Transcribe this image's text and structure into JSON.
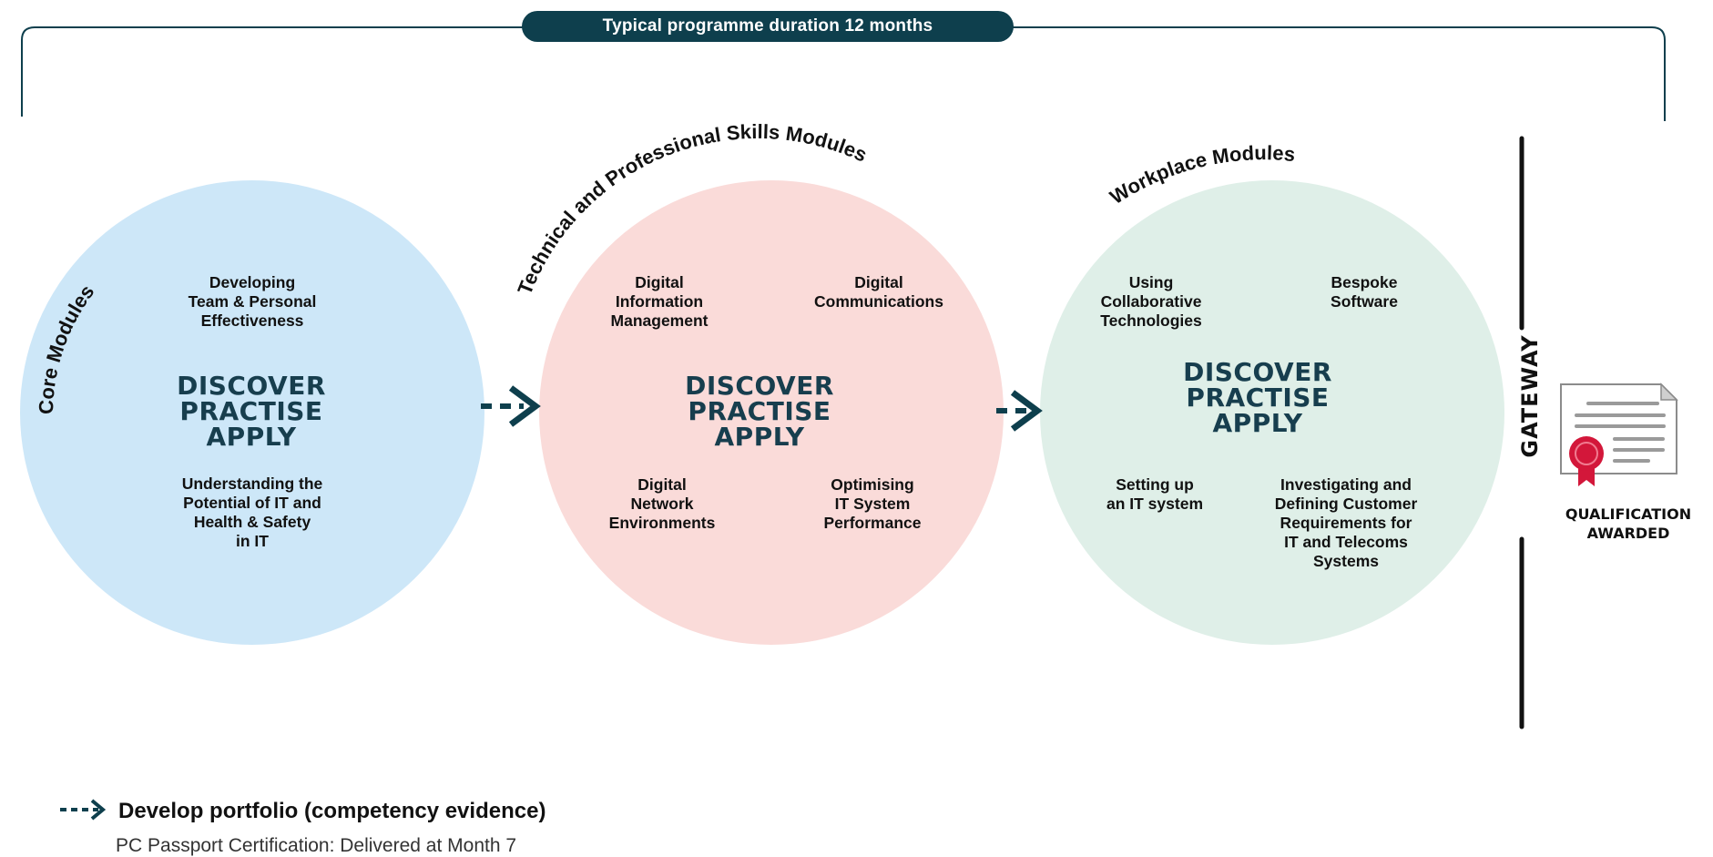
{
  "header": {
    "duration_label": "Typical programme duration 12 months"
  },
  "colors": {
    "navy": "#0e3f4d",
    "core_fill": "#cde7f8",
    "tech_fill": "#fadbd9",
    "workplace_fill": "#dfefe8",
    "seal_red": "#d3173a"
  },
  "stages": [
    {
      "title": "Core Modules",
      "center": {
        "line1": "DISCOVER",
        "line2": "PRACTISE",
        "line3": "APPLY"
      },
      "modules": [
        "Developing\nTeam & Personal\nEffectiveness",
        "Understanding the\nPotential of IT and\nHealth & Safety\nin IT"
      ]
    },
    {
      "title": "Technical and Professional Skills Modules",
      "center": {
        "line1": "DISCOVER",
        "line2": "PRACTISE",
        "line3": "APPLY"
      },
      "modules": [
        "Digital\nInformation\nManagement",
        "Digital\nCommunications",
        "Digital\nNetwork\nEnvironments",
        "Optimising\nIT System\nPerformance"
      ]
    },
    {
      "title": "Workplace Modules",
      "center": {
        "line1": "DISCOVER",
        "line2": "PRACTISE",
        "line3": "APPLY"
      },
      "modules": [
        "Using\nCollaborative\nTechnologies",
        "Bespoke\nSoftware",
        "Setting up\nan IT system",
        "Investigating and\nDefining Customer\nRequirements for\nIT and Telecoms\nSystems"
      ]
    }
  ],
  "gateway": {
    "label": "GATEWAY"
  },
  "qualification": {
    "label": "QUALIFICATION\nAWARDED",
    "icon": "certificate-icon"
  },
  "legend": {
    "arrow_icon": "dashed-arrow-icon",
    "label": "Develop portfolio (competency evidence)",
    "note": "PC Passport Certification: Delivered at Month 7"
  }
}
